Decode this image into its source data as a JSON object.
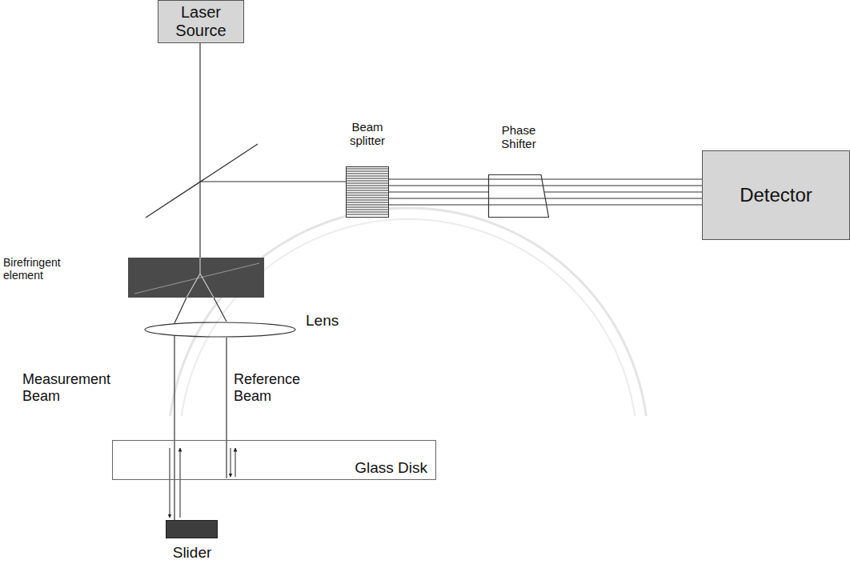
{
  "diagram": {
    "nodes": [
      {
        "text": [
          "Laser Source"
        ]
      },
      {
        "text": [
          "Beam splitter"
        ]
      },
      {
        "text": [
          "Phase Shifter"
        ]
      },
      {
        "text": [
          "Detector"
        ]
      },
      {
        "text": [
          "Birefringent element"
        ]
      },
      {
        "text": [
          "Lens"
        ]
      },
      {
        "text": [
          "Glass Disk"
        ]
      },
      {
        "text": [
          "Slider"
        ]
      }
    ],
    "edges": [
      {
        "from": 0,
        "to": 4,
        "arrow": "none"
      },
      {
        "from": 1,
        "to": 2,
        "arrow": "none"
      },
      {
        "from": 2,
        "to": 3,
        "arrow": "none"
      },
      {
        "from": 5,
        "to": 7,
        "arrow": "none"
      }
    ],
    "labels": [
      "Measurement Beam",
      "Reference Beam"
    ]
  }
}
